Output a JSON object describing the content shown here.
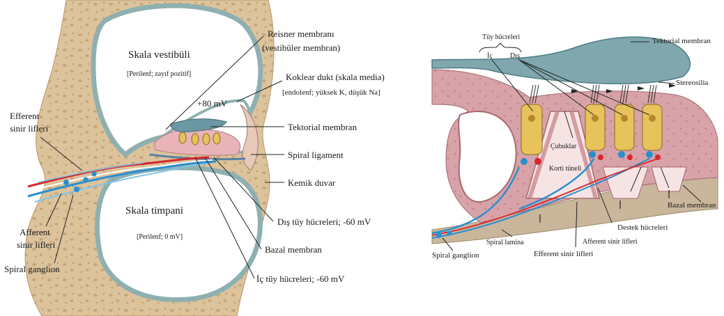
{
  "left_figure": {
    "labels": {
      "skala_vestibuli": "Skala vestibüli",
      "perilenf_zayif": "[Perilenf; zayıf pozitif]",
      "reisner_1": "Reisner membranı",
      "reisner_2": "(vestibüler membran)",
      "koklear_1": "Koklear dukt (skala media)",
      "koklear_2": "[endolenf; yüksek K, düşük Na]",
      "plus80": "+80 mV",
      "efferent_1": "Efferent",
      "efferent_2": "sinir lifleri",
      "tektorial": "Tektorial membran",
      "spiral_ligament": "Spiral ligament",
      "kemik_duvar": "Kemik duvar",
      "skala_timpani": "Skala timpani",
      "perilenf_0": "[Perilenf; 0 mV]",
      "afferent_1": "Afferent",
      "afferent_2": "sinir lifleri",
      "spiral_ganglion": "Spiral ganglion",
      "dis_tuy": "Dış tüy hücreleri; -60 mV",
      "bazal_membran": "Bazal membran",
      "ic_tuy": "İç tüy hücreleri; -60 mV"
    }
  },
  "right_figure": {
    "labels": {
      "tuy_hucreleri": "Tüy hücreleri",
      "ic": "İç",
      "dis": "Dış",
      "tektorial": "Tektorial membran",
      "stereosilia": "Stereosilia",
      "cubuklar": "Çubuklar",
      "korti_tuneli": "Korti tüneli",
      "bazal_membran": "Bazal membran",
      "destek_hucreleri": "Destek hücreleri",
      "afferent": "Afferent sinir lifleri",
      "efferent": "Efferent sinir lifleri",
      "spiral_lamina": "Spiral lamina",
      "spiral_ganglion": "Spiral ganglion"
    }
  },
  "colors": {
    "bone": "#d8c09a",
    "bone_dark": "#b89668",
    "cavity_border": "#8fb0b0",
    "efferent_red": "#d8262c",
    "afferent_blue": "#2a8fd0",
    "tectorial": "#5d8e98",
    "hair_cell": "#e8c25a",
    "support_pink": "#d99aa0"
  }
}
